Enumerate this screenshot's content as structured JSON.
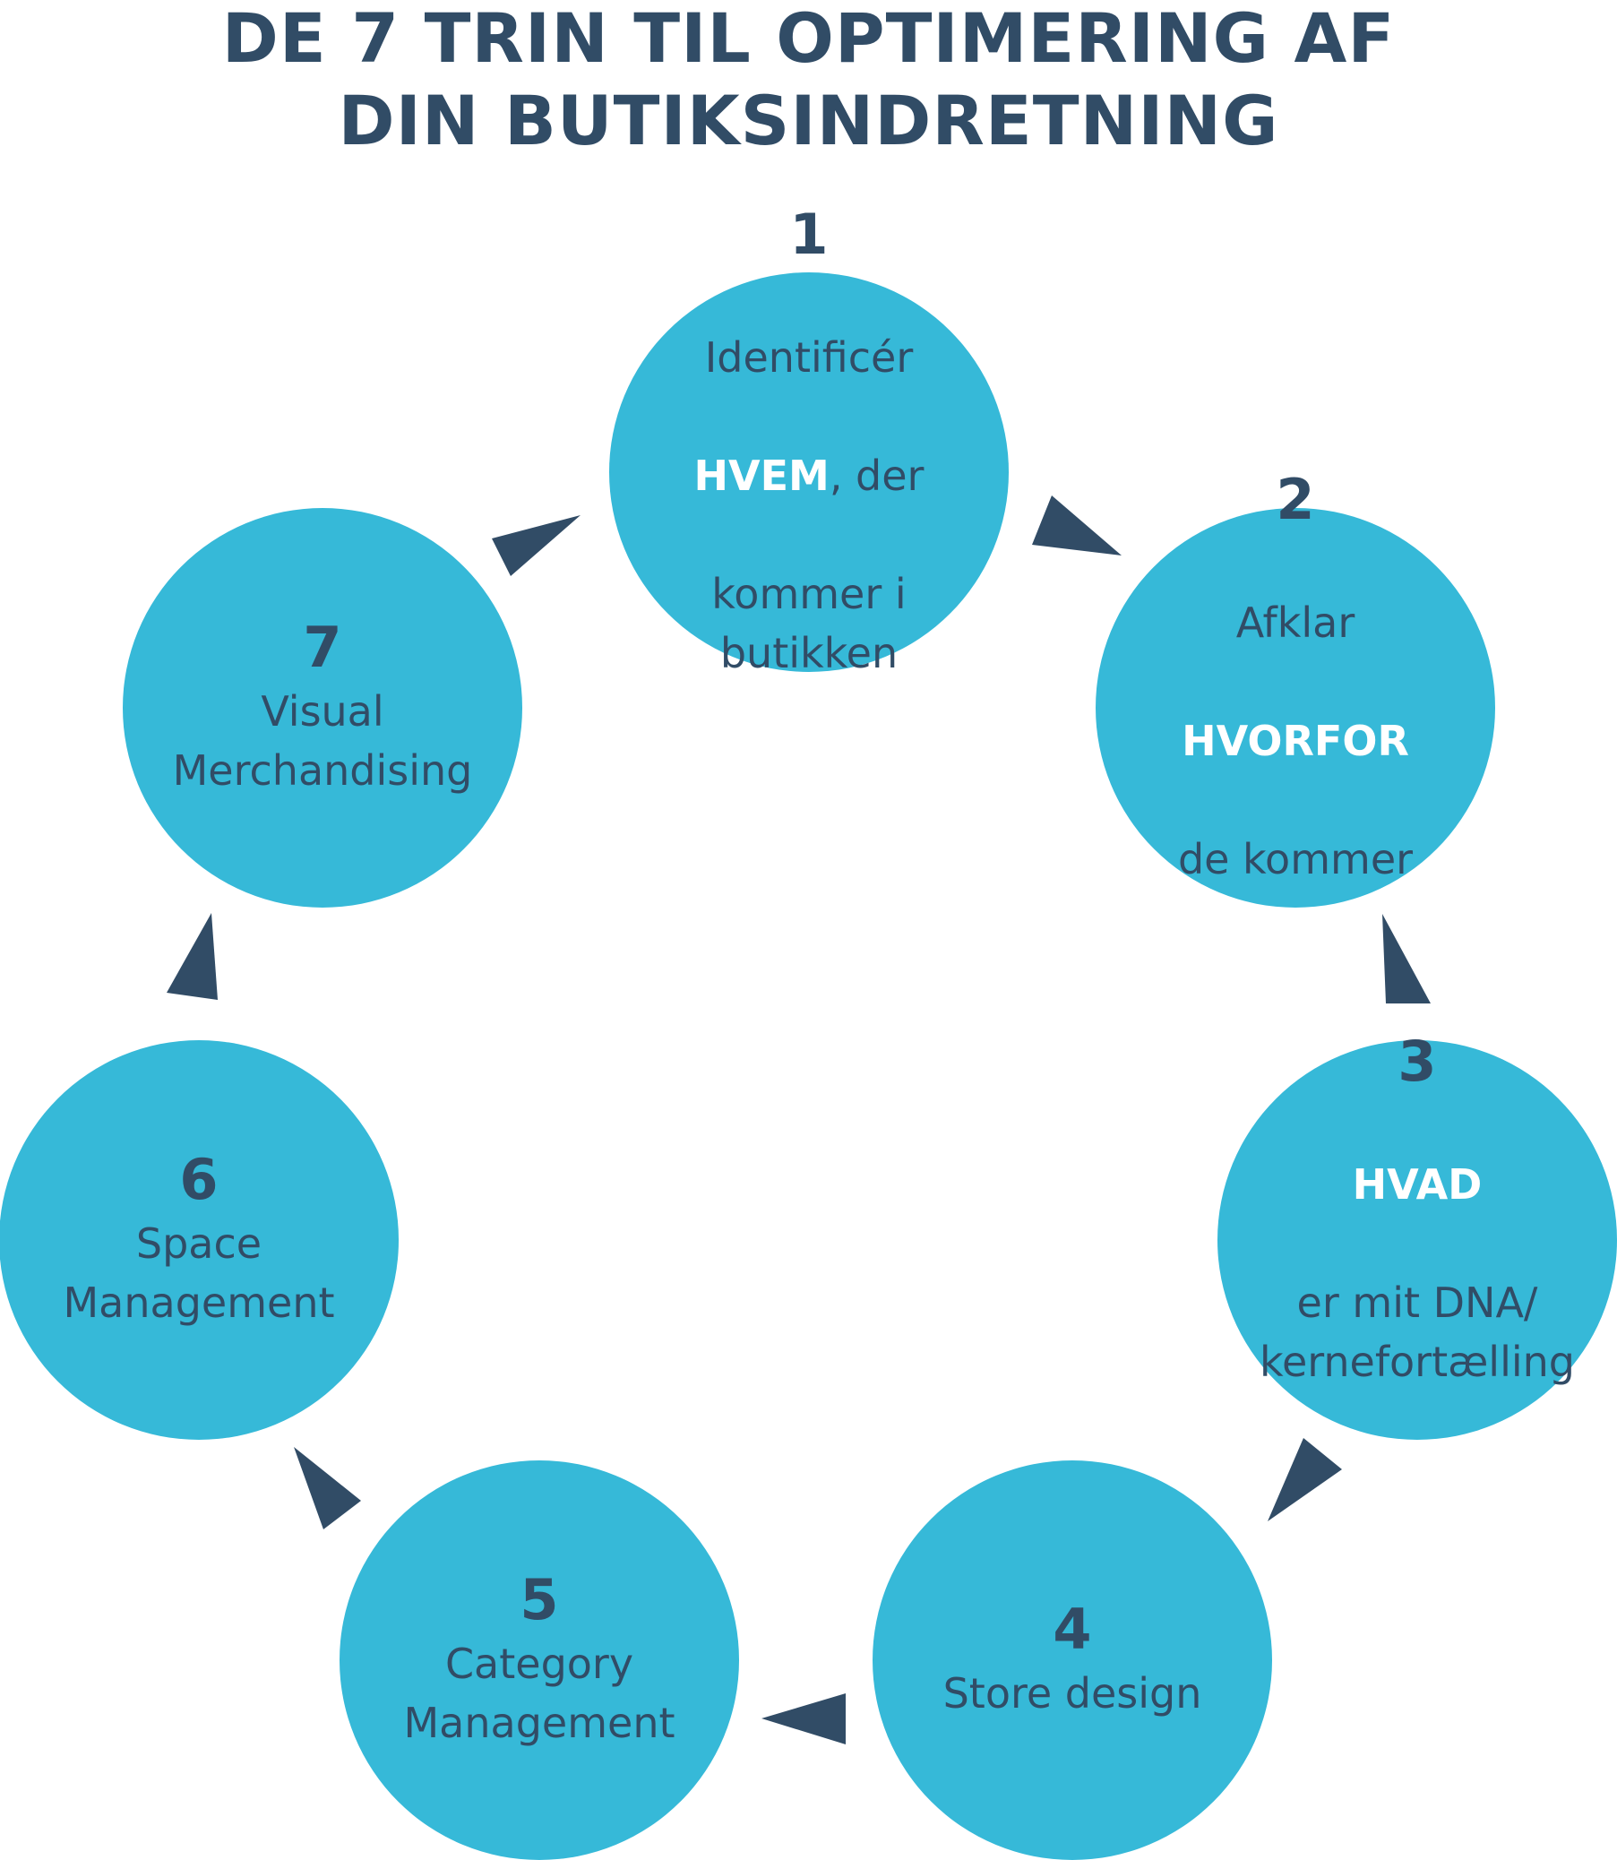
{
  "title": {
    "line1": "DE 7 TRIN TIL OPTIMERING AF",
    "line2": "DIN BUTIKSINDRETNING"
  },
  "colors": {
    "circle": "#36b9d8",
    "text": "#314c66",
    "emphasis": "#ffffff",
    "arrow": "#314c66"
  },
  "steps": [
    {
      "num": "1",
      "pre": "Identificér",
      "emph": "HVEM",
      "post": ", der",
      "after": "kommer i\nbutikken"
    },
    {
      "num": "2",
      "pre": "Afklar",
      "emph": "HVORFOR",
      "after": "de kommer"
    },
    {
      "num": "3",
      "emph": "HVAD",
      "after": "er mit DNA/\nkernefortælling"
    },
    {
      "num": "4",
      "after": "Store design"
    },
    {
      "num": "5",
      "after": "Category\nManagement"
    },
    {
      "num": "6",
      "after": "Space\nManagement"
    },
    {
      "num": "7",
      "after": "Visual\nMerchandising"
    }
  ]
}
